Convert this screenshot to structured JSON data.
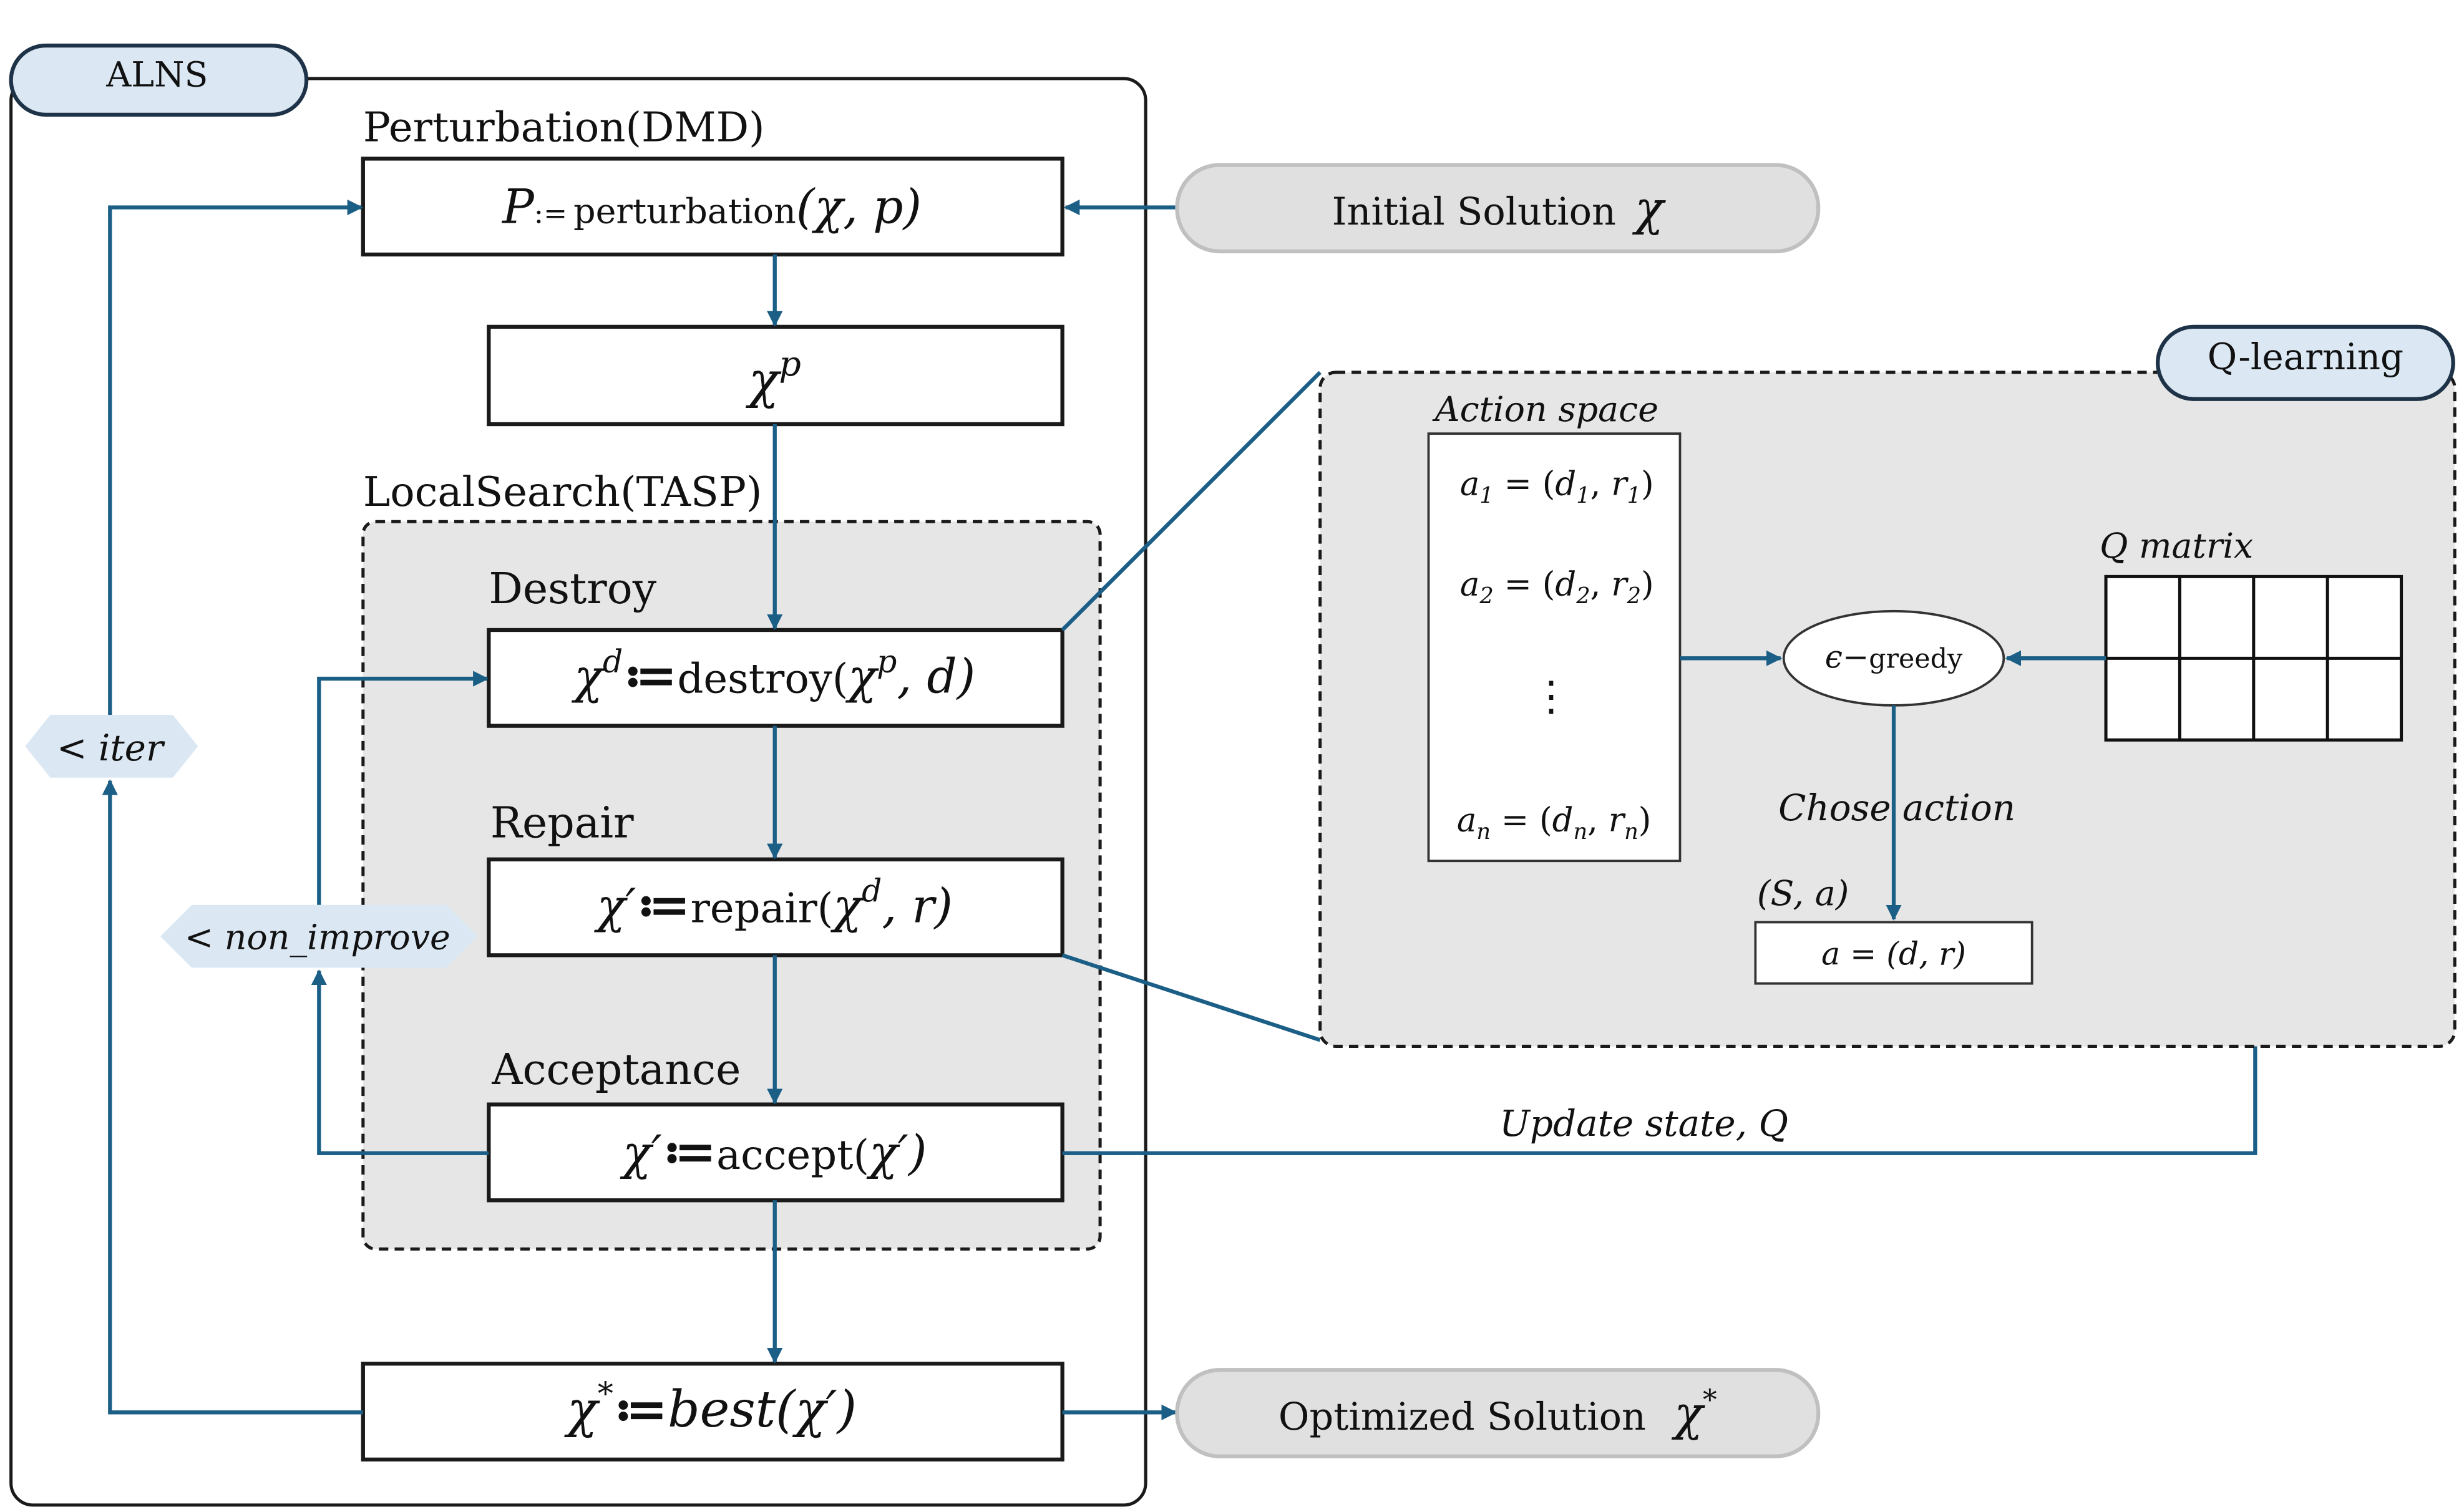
{
  "colors": {
    "accent": "#1b5f86",
    "outline": "#1a1a1a",
    "panel_fill": "#e6e6e6",
    "tag_fill": "#dbe8f4",
    "pill_fill": "#e0e0e0",
    "tag_border": "#1e3347"
  },
  "alns": {
    "tag": "ALNS",
    "perturbation_heading": "Perturbation(DMD)",
    "perturbation_box": {
      "p_symbol": "P",
      "assign": ":=",
      "func": "perturbation",
      "args": "(χ, p)"
    },
    "chi_p_box": {
      "base": "χ",
      "sup": "p"
    },
    "localsearch_heading": "LocalSearch(TASP)",
    "destroy": {
      "label": "Destroy",
      "lhs_base": "χ",
      "lhs_sup": "d",
      "assign": "≔",
      "func": "destroy(",
      "arg_base": "χ",
      "arg_sup": "p",
      "rest": ", d)"
    },
    "repair": {
      "label": "Repair",
      "lhs": "χ′",
      "assign": "≔",
      "func": "repair(",
      "arg_base": "χ",
      "arg_sup": "d",
      "rest": ", r)"
    },
    "acceptance": {
      "label": "Acceptance",
      "lhs": "χ′",
      "assign": "≔",
      "func": "accept(",
      "rest": "χ′)"
    },
    "best": {
      "lhs_base": "χ",
      "lhs_sup": "*",
      "assign": "≔",
      "func": "best",
      "rest": "(χ′)"
    },
    "iter_tag": "< iter",
    "non_improve_tag": "< non_improve"
  },
  "initial_solution": {
    "label": "Initial Solution",
    "symbol": "χ"
  },
  "optimized_solution": {
    "label": "Optimized Solution",
    "symbol_base": "χ",
    "symbol_sup": "*"
  },
  "qlearning": {
    "tag": "Q-learning",
    "action_space_title": "Action space",
    "actions": [
      {
        "a": "a",
        "i": "1",
        "d": "d",
        "r": "r"
      },
      {
        "a": "a",
        "i": "2",
        "d": "d",
        "r": "r"
      },
      {
        "a": "a",
        "i": "n",
        "d": "d",
        "r": "r"
      }
    ],
    "ellipsis": "⋮",
    "epsilon_greedy": {
      "eps": "ϵ",
      "dash": "−",
      "word": "greedy"
    },
    "q_matrix_title": "Q matrix",
    "chose_action": "Chose action",
    "sa_label": "(S, a)",
    "action_result": "a  =  (d, r)",
    "update_state": "Update state, Q"
  }
}
